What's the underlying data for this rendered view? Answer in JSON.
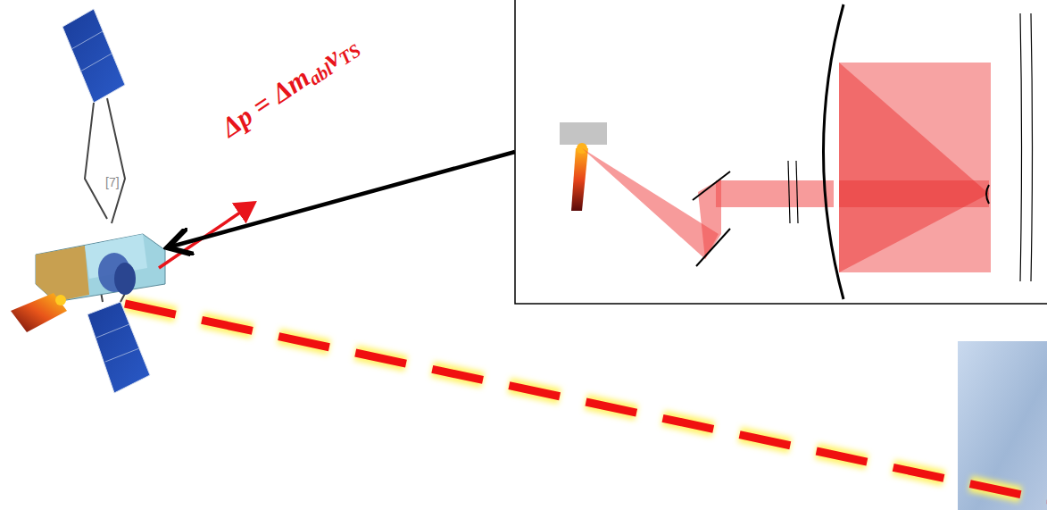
{
  "diagram": {
    "labels": [
      "[7]",
      "Δp = Δm",
      "abl",
      "v",
      "TS"
    ]
  }
}
